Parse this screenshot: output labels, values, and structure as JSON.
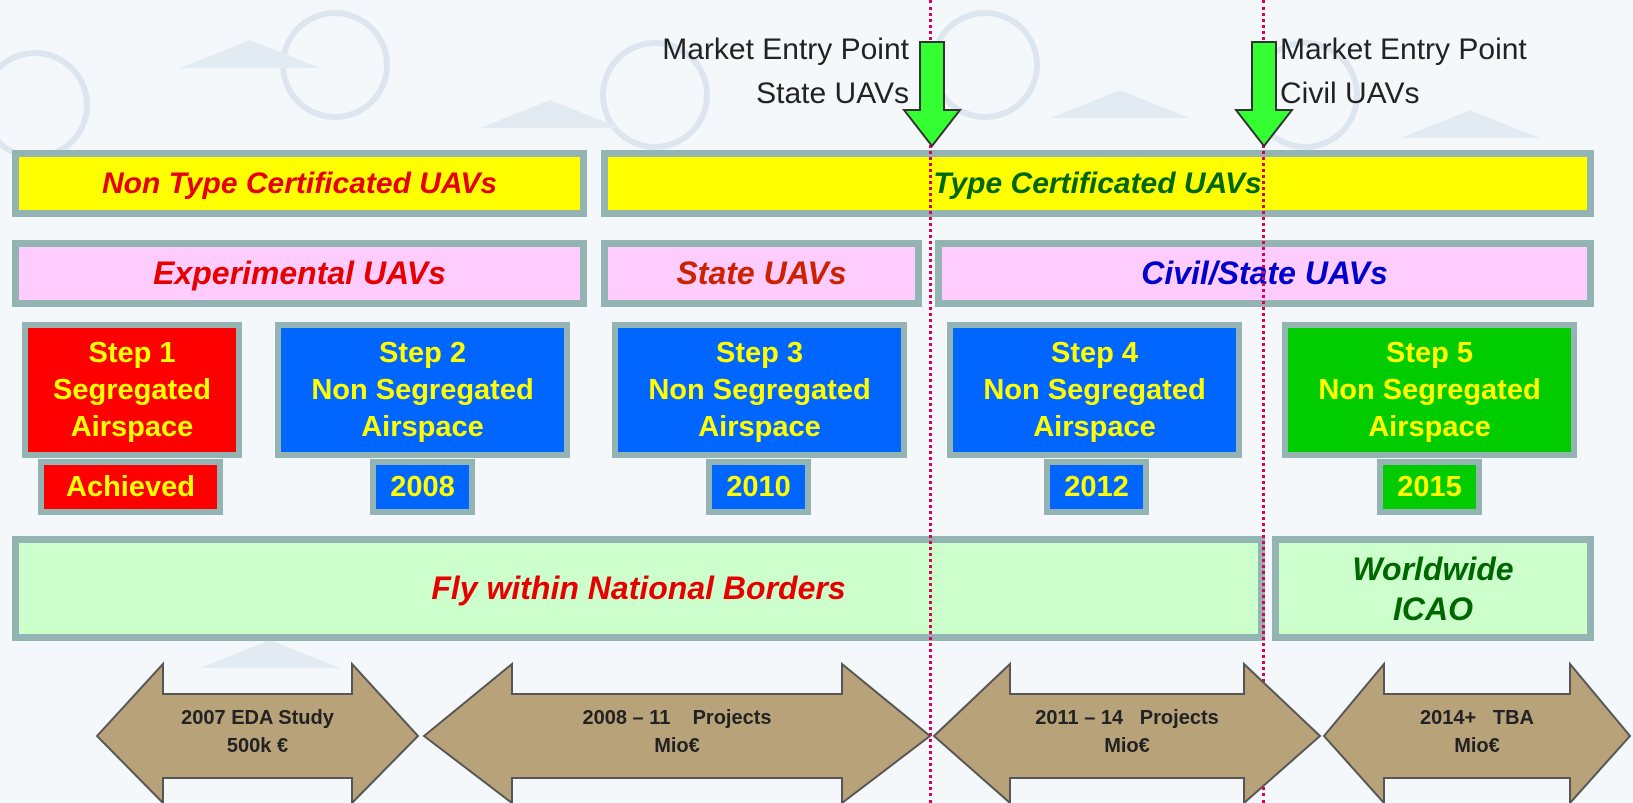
{
  "market_entry": {
    "state": {
      "line1": "Market Entry Point",
      "line2": "State UAVs"
    },
    "civil": {
      "line1": "Market Entry Point",
      "line2": "Civil UAVs"
    }
  },
  "certification": {
    "non_type": "Non Type Certificated UAVs",
    "type": "Type Certificated UAVs"
  },
  "categories": {
    "experimental": "Experimental UAVs",
    "state": "State UAVs",
    "civil_state": "Civil/State UAVs"
  },
  "steps": [
    {
      "title": "Step 1",
      "line2": "Segregated",
      "line3": "Airspace",
      "status": "Achieved"
    },
    {
      "title": "Step 2",
      "line2": "Non Segregated",
      "line3": "Airspace",
      "status": "2008"
    },
    {
      "title": "Step 3",
      "line2": "Non Segregated",
      "line3": "Airspace",
      "status": "2010"
    },
    {
      "title": "Step 4",
      "line2": "Non Segregated",
      "line3": "Airspace",
      "status": "2012"
    },
    {
      "title": "Step 5",
      "line2": "Non Segregated",
      "line3": "Airspace",
      "status": "2015"
    }
  ],
  "scope": {
    "national": "Fly within National Borders",
    "worldwide_line1": "Worldwide",
    "worldwide_line2": "ICAO"
  },
  "phases": [
    {
      "line1": "2007 EDA Study",
      "line2": "500k €"
    },
    {
      "line1": "2008 – 11    Projects",
      "line2": "Mio€"
    },
    {
      "line1": "2011 – 14   Projects",
      "line2": "Mio€"
    },
    {
      "line1": "2014+   TBA",
      "line2": "Mio€"
    }
  ],
  "colors": {
    "yellow": "#ffff00",
    "pink": "#ffccff",
    "light_green": "#ccffcc",
    "red_text": "#e60000",
    "dark_green_text": "#006600",
    "blue_text": "#0000cc",
    "step_red": "#ff0000",
    "step_blue": "#0066ff",
    "step_green": "#00cc00",
    "arrow_fill": "#b8a27a",
    "marker_arrow": "#33ff33",
    "dotted_line": "#e0005a"
  },
  "icons": [
    "down-arrow-icon",
    "double-arrow-icon"
  ]
}
